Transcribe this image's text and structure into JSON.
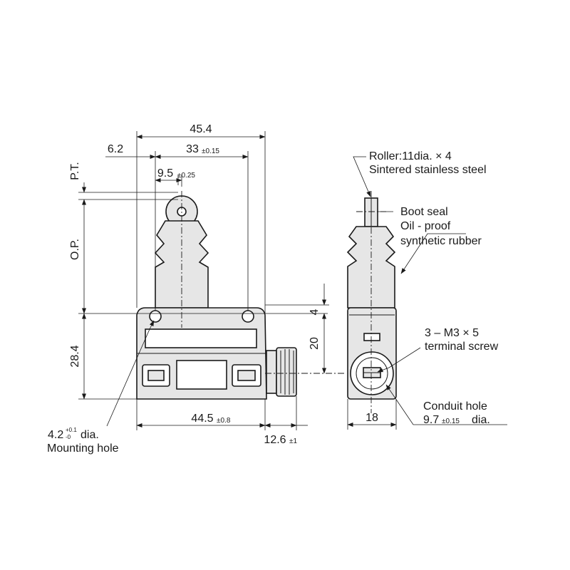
{
  "dimensions": {
    "width_total": "45.4",
    "offset_left": "6.2",
    "mount_spacing": "33",
    "mount_spacing_tol": "±0.15",
    "plunger_offset": "9.5",
    "plunger_offset_tol": "±0.25",
    "pretravel": "P.T.",
    "operating_position": "O.P.",
    "body_height": "28.4",
    "mount_hole_to_top": "4",
    "conduit_height": "20",
    "body_width": "44.5",
    "body_width_tol": "±0.8",
    "conduit_length": "12.6",
    "conduit_length_tol": "±1",
    "side_width": "18"
  },
  "callouts": {
    "roller_line1": "Roller:11dia. × 4",
    "roller_line2": "Sintered stainless steel",
    "boot_line1": "Boot seal",
    "boot_line2": "Oil - proof",
    "boot_line3": "synthetic rubber",
    "screw_line1": "3 – M3 × 5",
    "screw_line2": "terminal screw",
    "conduit_line1": "Conduit hole",
    "conduit_value": "9.7",
    "conduit_tol": "±0.15",
    "conduit_unit": "dia.",
    "mount_value": "4.2",
    "mount_tol_upper": "+0.1",
    "mount_tol_lower": "-0",
    "mount_unit": "dia.",
    "mount_line2": "Mounting hole"
  }
}
